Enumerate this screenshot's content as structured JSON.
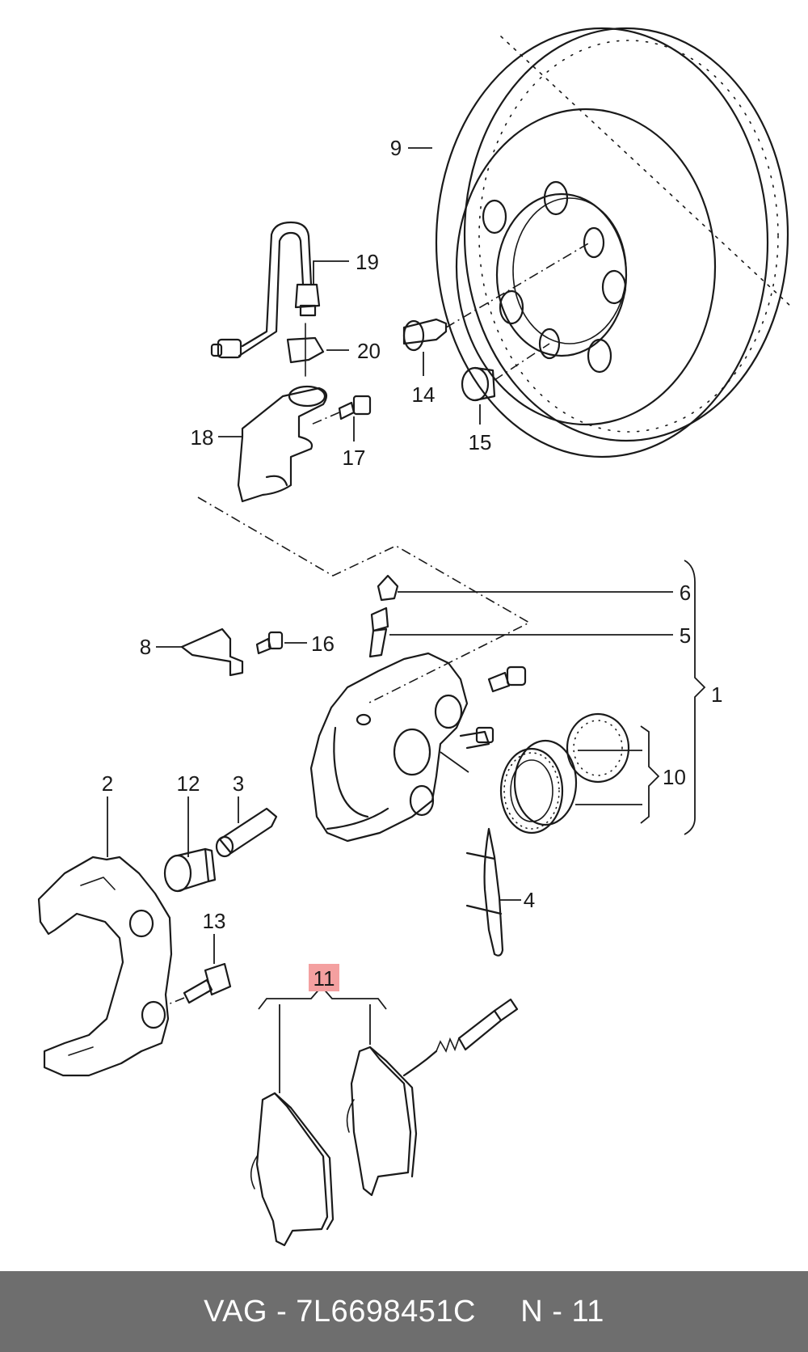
{
  "callouts": [
    {
      "id": "1",
      "label": "1"
    },
    {
      "id": "2",
      "label": "2"
    },
    {
      "id": "3",
      "label": "3"
    },
    {
      "id": "4",
      "label": "4"
    },
    {
      "id": "5",
      "label": "5"
    },
    {
      "id": "6",
      "label": "6"
    },
    {
      "id": "8",
      "label": "8"
    },
    {
      "id": "9",
      "label": "9"
    },
    {
      "id": "10",
      "label": "10"
    },
    {
      "id": "11",
      "label": "11"
    },
    {
      "id": "12",
      "label": "12"
    },
    {
      "id": "13",
      "label": "13"
    },
    {
      "id": "14",
      "label": "14"
    },
    {
      "id": "15",
      "label": "15"
    },
    {
      "id": "16",
      "label": "16"
    },
    {
      "id": "17",
      "label": "17"
    },
    {
      "id": "18",
      "label": "18"
    },
    {
      "id": "19",
      "label": "19"
    },
    {
      "id": "20",
      "label": "20"
    }
  ],
  "highlight": {
    "label": "11",
    "color": "#f4a0a0"
  },
  "footer": {
    "text": "VAG - 7L6698451C     N - 11",
    "background": "#6e6e6e",
    "color": "#ffffff"
  }
}
